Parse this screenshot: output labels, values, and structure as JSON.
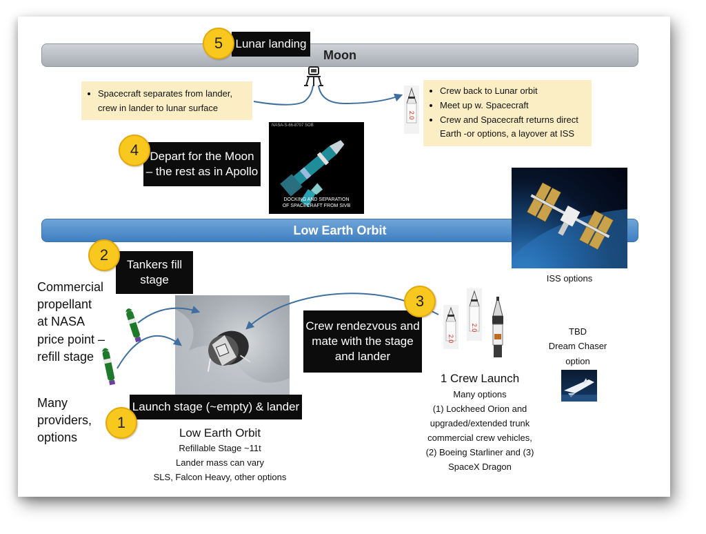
{
  "moon_band": {
    "label": "Moon"
  },
  "leo_band": {
    "label": "Low Earth Orbit"
  },
  "steps": {
    "step5": {
      "number": "5",
      "label": "Lunar landing"
    },
    "step4": {
      "number": "4",
      "label_line1": "Depart for the Moon",
      "label_line2": "– the rest as in Apollo"
    },
    "step2": {
      "number": "2",
      "label_line1": "Tankers fill",
      "label_line2": "stage"
    },
    "step3": {
      "number": "3",
      "label_line1": "Crew rendezvous and",
      "label_line2": "mate with the stage",
      "label_line3": "and lander"
    },
    "step1": {
      "number": "1",
      "label": "Launch stage (~empty) & lander"
    }
  },
  "lander_note": {
    "bullet1_line1": "Spacecraft separates from lander,",
    "bullet1_line2": "crew in lander to lunar surface"
  },
  "return_note": {
    "bullet1": "Crew back to Lunar orbit",
    "bullet2": "Meet up w. Spacecraft",
    "bullet3_line1": "Crew and Spacecraft returns direct",
    "bullet3_line2": "Earth -or options, a layover at ISS"
  },
  "apollo_photo": {
    "header": "NASA-S-66-8707 SOB",
    "caption_line1": "DOCKING AND SEPARATION",
    "caption_line2": "OF SPACECRAFT FROM SIVB"
  },
  "capsule_label": "2.0",
  "iss": {
    "caption": "ISS options"
  },
  "propellant": {
    "line1": "Commercial",
    "line2": "propellant",
    "line3": "at NASA",
    "line4": "price point –",
    "line5": "refill stage"
  },
  "providers": {
    "line1": "Many",
    "line2": "providers,",
    "line3": "options"
  },
  "leo_stage": {
    "title": "Low Earth Orbit",
    "line1": "Refillable Stage ~11t",
    "line2": "Lander mass can vary",
    "line3": "SLS, Falcon Heavy, other options"
  },
  "crew_launch": {
    "title": "1 Crew Launch",
    "line1": "Many options",
    "line2": "(1) Lockheed Orion and",
    "line3": "upgraded/extended trunk",
    "line4": "commercial crew vehicles,",
    "line5": "(2) Boeing Starliner and (3)",
    "line6": "SpaceX Dragon"
  },
  "dream_chaser": {
    "line1": "TBD",
    "line2": "Dream Chaser",
    "line3": "option"
  },
  "colors": {
    "badge": "#f8c81e",
    "cream": "#fbeec4",
    "leo_band": "#4a89c8",
    "moon_band": "#b9bec5",
    "arrow": "#3f6f9f"
  }
}
